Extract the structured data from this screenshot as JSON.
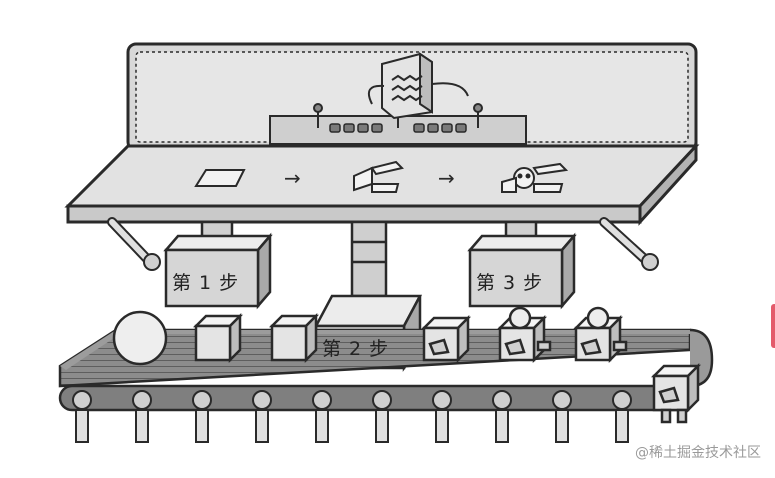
{
  "steps": [
    {
      "label": "第 1 步"
    },
    {
      "label": "第 2 步"
    },
    {
      "label": "第 3 步"
    }
  ],
  "flow_arrows": [
    "→",
    "→"
  ],
  "watermark": "@稀土掘金技术社区",
  "colors": {
    "outline": "#2a2a2a",
    "panel": "#dedede",
    "panel_light": "#ececec",
    "belt": "#8c8c8c",
    "box": "#d2d2d2",
    "accent_tab": "#e35b6b"
  }
}
